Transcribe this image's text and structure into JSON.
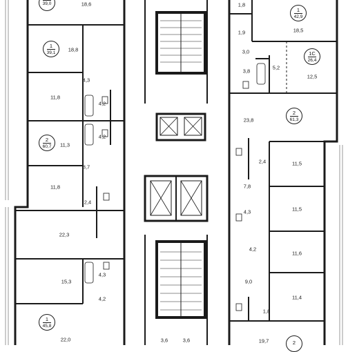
{
  "rooms": [
    {
      "id": "r01",
      "area": "18,6"
    },
    {
      "id": "r02",
      "area": "18,8"
    },
    {
      "id": "r03",
      "area": "4,3"
    },
    {
      "id": "r04",
      "area": "11,8"
    },
    {
      "id": "r05",
      "area": "4,2"
    },
    {
      "id": "r06",
      "area": "4,2"
    },
    {
      "id": "r07",
      "area": "11,3"
    },
    {
      "id": "r08",
      "area": "8,7"
    },
    {
      "id": "r09",
      "area": "11,8"
    },
    {
      "id": "r10",
      "area": "2,4"
    },
    {
      "id": "r11",
      "area": "22,3"
    },
    {
      "id": "r12",
      "area": "15,3"
    },
    {
      "id": "r13",
      "area": "4,3"
    },
    {
      "id": "r14",
      "area": "4,2"
    },
    {
      "id": "r15",
      "area": "22,0"
    },
    {
      "id": "r16",
      "area": "1,8"
    },
    {
      "id": "r17",
      "area": "18,5"
    },
    {
      "id": "r18",
      "area": "1,9"
    },
    {
      "id": "r19",
      "area": "3,0"
    },
    {
      "id": "r20",
      "area": "3,8"
    },
    {
      "id": "r21",
      "area": "5,2"
    },
    {
      "id": "r22",
      "area": "12,5"
    },
    {
      "id": "r23",
      "area": "23,8"
    },
    {
      "id": "r24",
      "area": "2,4"
    },
    {
      "id": "r25",
      "area": "11,5"
    },
    {
      "id": "r26",
      "area": "7,8"
    },
    {
      "id": "r27",
      "area": "4,3"
    },
    {
      "id": "r28",
      "area": "11,5"
    },
    {
      "id": "r29",
      "area": "4,2"
    },
    {
      "id": "r30",
      "area": "11,6"
    },
    {
      "id": "r31",
      "area": "9,0"
    },
    {
      "id": "r32",
      "area": "11,4"
    },
    {
      "id": "r33",
      "area": "1,8"
    },
    {
      "id": "r34",
      "area": "19,7"
    },
    {
      "id": "r35",
      "area": "3,6"
    },
    {
      "id": "r36",
      "area": "3,6"
    }
  ],
  "apartments": [
    {
      "id": "a1",
      "type": "",
      "total": "39,0"
    },
    {
      "id": "a2",
      "type": "1",
      "total": "39,1"
    },
    {
      "id": "a3",
      "type": "2",
      "total": "60,7"
    },
    {
      "id": "a4",
      "type": "1",
      "total": "45,8"
    },
    {
      "id": "a5",
      "type": "1",
      "total": "42,9"
    },
    {
      "id": "a6",
      "type": "1C",
      "total": "26,4"
    },
    {
      "id": "a7",
      "type": "2",
      "total": "61,3"
    },
    {
      "id": "a8",
      "type": "2",
      "total": ""
    }
  ]
}
